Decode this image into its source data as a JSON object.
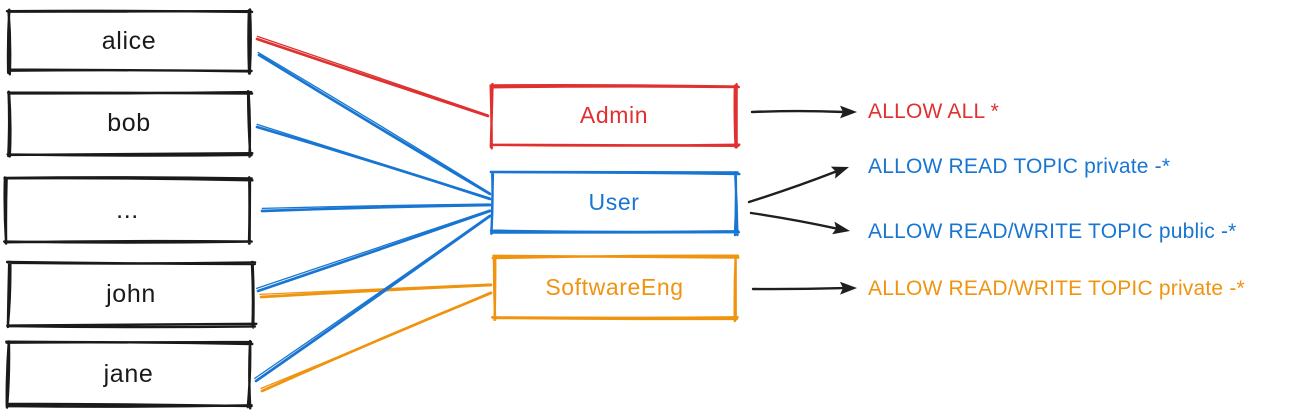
{
  "diagram": {
    "title": "users to roles to ACL permissions mapping",
    "colors": {
      "node_stroke": "#1a1a1a",
      "arrow": "#1f1f1f",
      "red": "#e03030",
      "blue": "#1876d2",
      "orange": "#f0930f",
      "background": "#ffffff"
    },
    "users": [
      {
        "id": "alice",
        "label": "alice"
      },
      {
        "id": "bob",
        "label": "bob"
      },
      {
        "id": "dots",
        "label": "..."
      },
      {
        "id": "john",
        "label": "john"
      },
      {
        "id": "jane",
        "label": "jane"
      }
    ],
    "roles": [
      {
        "id": "admin",
        "label": "Admin",
        "color": "#e03030"
      },
      {
        "id": "user",
        "label": "User",
        "color": "#1876d2"
      },
      {
        "id": "softwareeng",
        "label": "SoftwareEng",
        "color": "#f0930f"
      }
    ],
    "permissions": [
      {
        "id": "allow-all",
        "label": "ALLOW ALL *",
        "color": "#e03030"
      },
      {
        "id": "read-private",
        "label": "ALLOW READ TOPIC private -*",
        "color": "#1876d2"
      },
      {
        "id": "rw-public",
        "label": "ALLOW READ/WRITE TOPIC public -*",
        "color": "#1876d2"
      },
      {
        "id": "rw-private",
        "label": "ALLOW READ/WRITE TOPIC private -*",
        "color": "#f0930f"
      }
    ],
    "memberships": [
      {
        "from": "alice",
        "to": "admin",
        "color": "#e03030"
      },
      {
        "from": "alice",
        "to": "user",
        "color": "#1876d2"
      },
      {
        "from": "bob",
        "to": "user",
        "color": "#1876d2"
      },
      {
        "from": "dots",
        "to": "user",
        "color": "#1876d2"
      },
      {
        "from": "john",
        "to": "user",
        "color": "#1876d2"
      },
      {
        "from": "john",
        "to": "softwareeng",
        "color": "#f0930f"
      },
      {
        "from": "jane",
        "to": "user",
        "color": "#1876d2"
      },
      {
        "from": "jane",
        "to": "softwareeng",
        "color": "#f0930f"
      }
    ],
    "grants": [
      {
        "from": "admin",
        "to": "allow-all"
      },
      {
        "from": "user",
        "to": "read-private"
      },
      {
        "from": "user",
        "to": "rw-public"
      },
      {
        "from": "softwareeng",
        "to": "rw-private"
      }
    ]
  }
}
